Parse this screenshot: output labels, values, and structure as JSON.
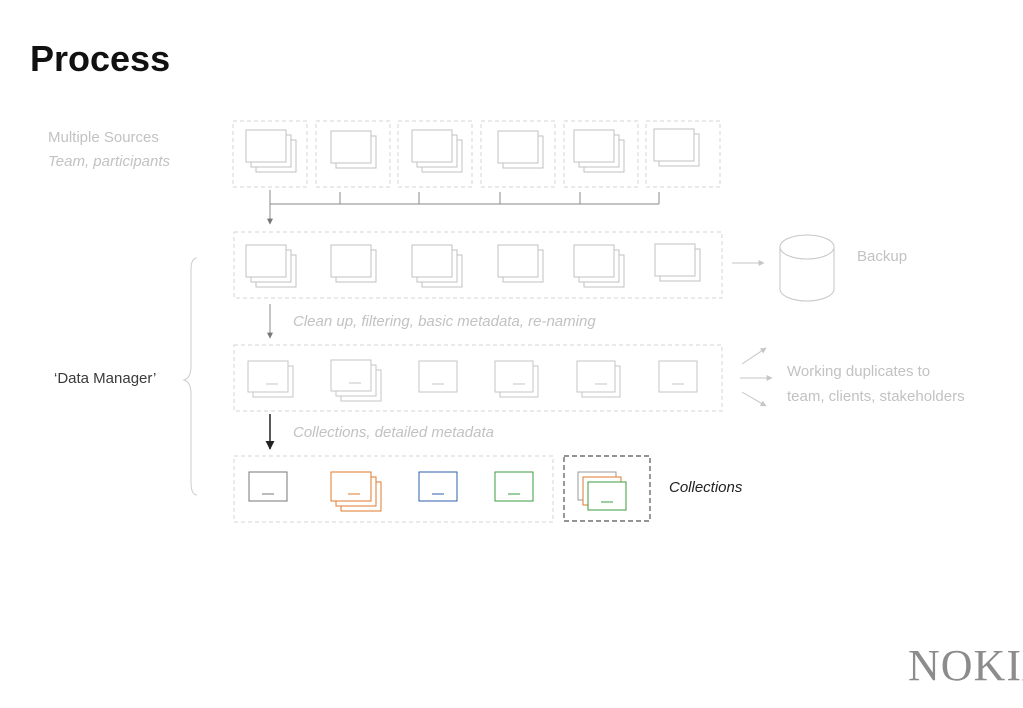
{
  "title": "Process",
  "sources": {
    "label": "Multiple Sources",
    "sublabel": "Team, participants"
  },
  "data_manager_label": "‘Data Manager’",
  "backup_label": "Backup",
  "step1_label": "Clean up, filtering, basic metadata, re-naming",
  "working": {
    "line1": "Working duplicates to",
    "line2": "team, clients, stakeholders"
  },
  "step2_label": "Collections, detailed metadata",
  "collections_label": "Collections",
  "logo_text": "NOKIA",
  "colors": {
    "light": "#d2d2d2",
    "mid": "#bdbdbd",
    "dark": "#777777",
    "orange": "#e07a2e",
    "blue": "#2f5fa8",
    "green": "#3b9c3b"
  }
}
